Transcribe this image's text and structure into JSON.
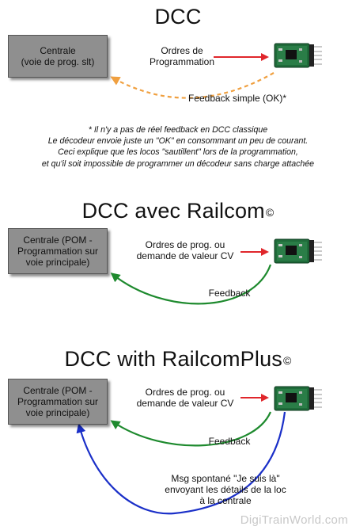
{
  "section1": {
    "title": "DCC",
    "box": "Centrale\n(voie de prog. slt)",
    "arrow_label": "Ordres de\nProgrammation",
    "feedback_label": "Feedback simple (OK)*",
    "note": "* Il n'y a pas de réel feedback en DCC classique\nLe décodeur envoie juste un \"OK\" en consommant un peu de courant.\nCeci explique que les locos \"sautillent\" lors de la programmation,\net qu'il soit impossible de programmer un décodeur sans charge attachée"
  },
  "section2": {
    "title": "DCC avec Railcom",
    "title_mark": "©",
    "box": "Centrale (POM -\nProgrammation sur\nvoie principale)",
    "arrow_label": "Ordres de prog. ou\ndemande de valeur CV",
    "feedback_label": "Feedback"
  },
  "section3": {
    "title": "DCC with RailcomPlus",
    "title_mark": "©",
    "box": "Centrale (POM -\nProgrammation sur\nvoie principale)",
    "arrow_label": "Ordres de prog. ou\ndemande de valeur CV",
    "feedback_label": "Feedback",
    "spontaneous_label": "Msg spontané \"Je suis là\"\nenvoyant les détails de la loc\nà la centrale"
  },
  "footer": "DigiTrainWorld.com",
  "colors": {
    "red_arrow": "#e0262b",
    "orange_feedback": "#f0a040",
    "green_feedback": "#1e8a2e",
    "blue_message": "#1a2fc8",
    "box_fill": "#8f8f8f"
  }
}
